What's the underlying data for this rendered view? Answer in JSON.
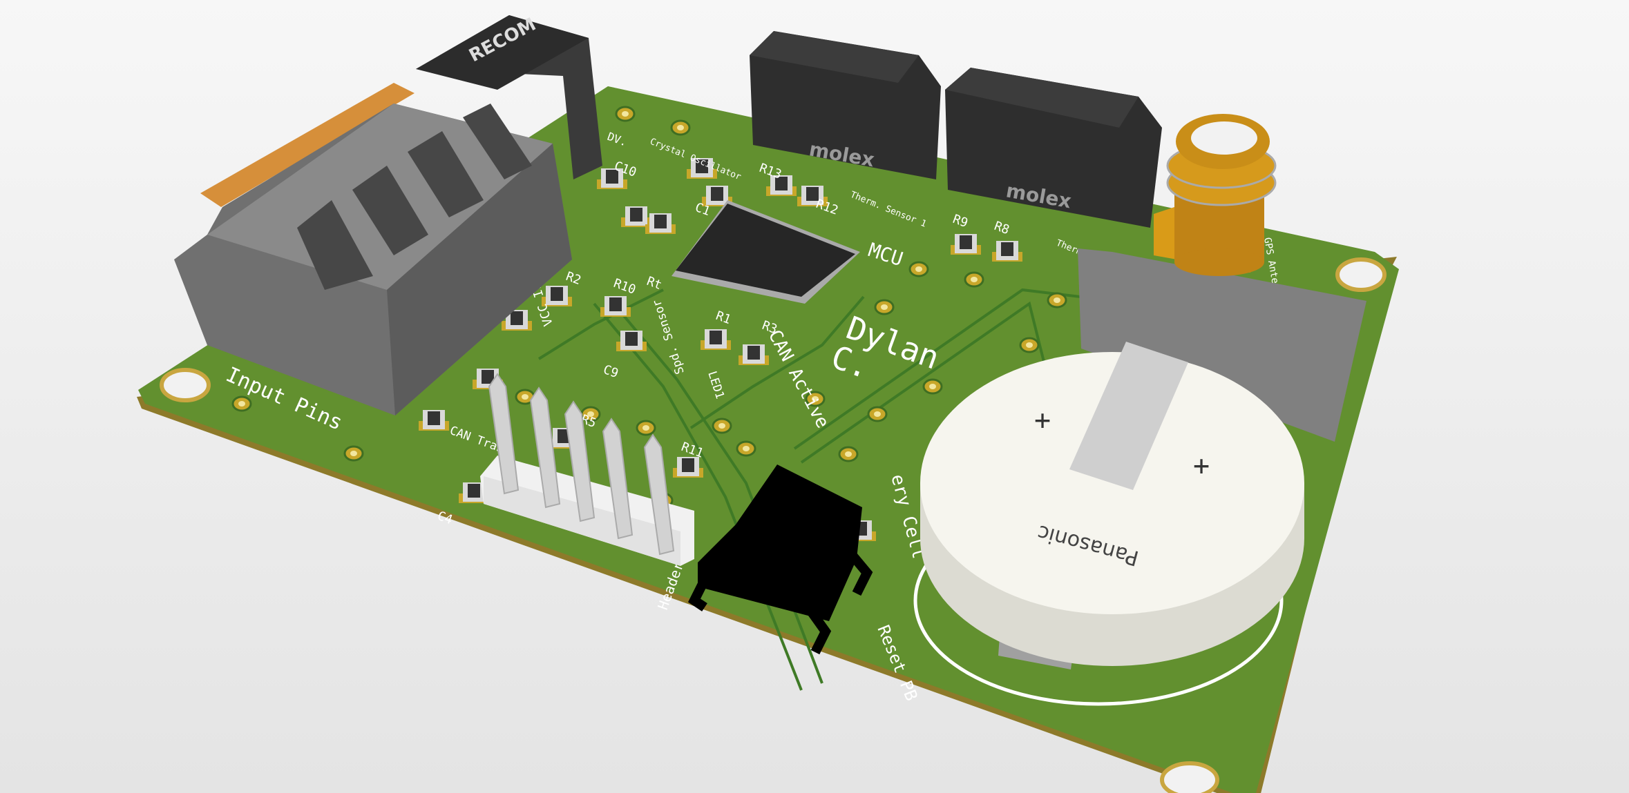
{
  "scene": {
    "board_color": "#5f8f30",
    "board_name": "Dylan",
    "board_name_2": "C.",
    "colors": {
      "copper": "#c8a72a",
      "silkscreen": "#ffffff",
      "terminal": "#777777",
      "connector": "#2e2e2e",
      "sma": "#d89b1a",
      "battery": "#f4f3ec"
    }
  },
  "components": {
    "terminal_block": "Input Pins",
    "dcdc_brand": "RECOM",
    "connector_1_brand": "molex",
    "connector_2_brand": "molex",
    "battery_brand": "Panasonic",
    "battery_plus_1": "+",
    "battery_plus_2": "+"
  },
  "silkscreen": {
    "input_pins": "Input Pins",
    "mcu": "MCU",
    "can_active": "CAN Active",
    "reset_pb": "Reset PB",
    "battery_cell": "ery Cell",
    "header": "Header",
    "therm1": "Therm. Sensor 1",
    "therm2": "Therm. Sensor 2",
    "gps": "GPS Antenna",
    "crystal": "Crystal Oscillator",
    "vcc": "VCC Indc.",
    "spd": "Spd. Sensor",
    "led1": "LED1",
    "can_trans": "CAN Tran",
    "dv": "DV.",
    "refs": [
      "C4",
      "C9",
      "C10",
      "C1",
      "R11",
      "R5",
      "R1",
      "R3",
      "R2",
      "R10",
      "Rt",
      "R9",
      "R8",
      "R12",
      "R13"
    ]
  }
}
